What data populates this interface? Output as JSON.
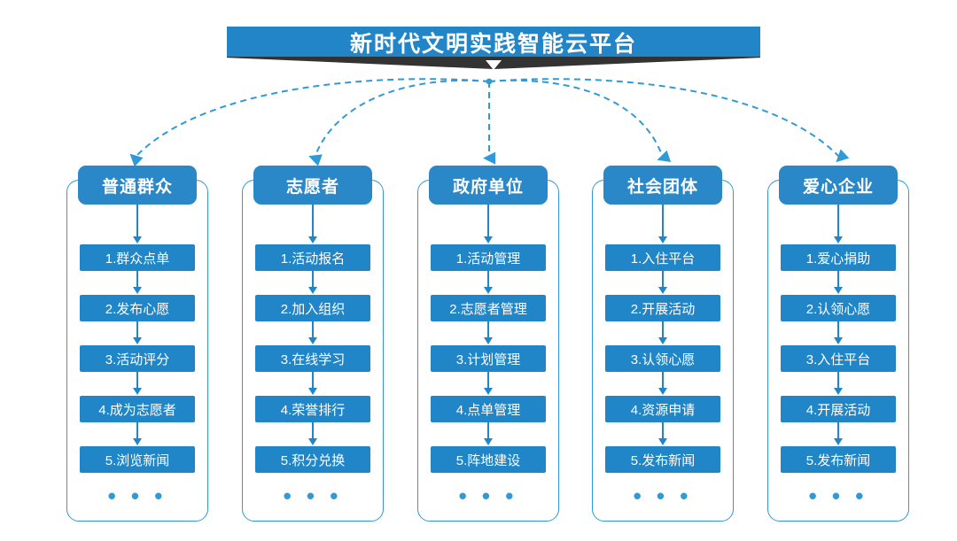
{
  "title": {
    "text": "新时代文明实践智能云平台"
  },
  "colors": {
    "header_blue": "#2285c8",
    "box_blue": "#2086c7",
    "outline_blue": "#2f9ad6",
    "shadow_dark": "#333333",
    "text_white": "#ffffff"
  },
  "dots_label": "• • •",
  "columns": [
    {
      "header": "普通群众",
      "steps": [
        "1.群众点单",
        "2.发布心愿",
        "3.活动评分",
        "4.成为志愿者",
        "5.浏览新闻"
      ]
    },
    {
      "header": "志愿者",
      "steps": [
        "1.活动报名",
        "2.加入组织",
        "3.在线学习",
        "4.荣誉排行",
        "5.积分兑换"
      ]
    },
    {
      "header": "政府单位",
      "steps": [
        "1.活动管理",
        "2.志愿者管理",
        "3.计划管理",
        "4.点单管理",
        "5.阵地建设"
      ]
    },
    {
      "header": "社会团体",
      "steps": [
        "1.入住平台",
        "2.开展活动",
        "3.认领心愿",
        "4.资源申请",
        "5.发布新闻"
      ]
    },
    {
      "header": "爱心企业",
      "steps": [
        "1.爱心捐助",
        "2.认领心愿",
        "3.入住平台",
        "4.开展活动",
        "5.发布新闻"
      ]
    }
  ]
}
